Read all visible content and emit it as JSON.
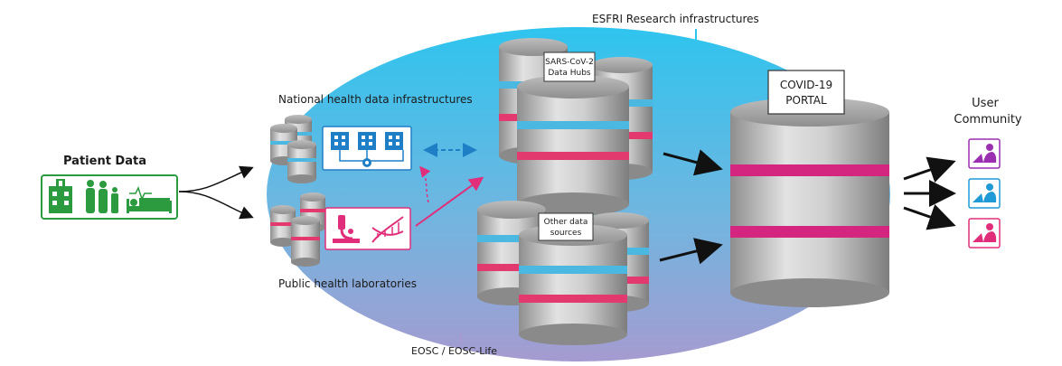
{
  "labels": {
    "patient_data": "Patient Data",
    "national": "National health data infrastructures",
    "public_labs": "Public health laboratories",
    "esfri": "ESFRI Research infrastructures",
    "eosc": "EOSC / EOSC-Life",
    "sars_line1": "SARS-CoV-2",
    "sars_line2": "Data Hubs",
    "other_line1": "Other data",
    "other_line2": "sources",
    "portal_line1": "COVID-19",
    "portal_line2": "PORTAL",
    "user_line1": "User",
    "user_line2": "Community"
  },
  "colors": {
    "green": "#2c9a3f",
    "blue": "#1f7fc6",
    "pink": "#e12e7a",
    "purple": "#9a2fb0",
    "cyan_band": "#4ab8e0",
    "pink_band": "#e23a6e",
    "magenta_band": "#d4267e"
  },
  "icons": {
    "patient": "hospital-family-bed-icon",
    "national": "hospital-network-icon",
    "labs": "microscope-dna-icon",
    "users": "user-laptop-icon"
  }
}
